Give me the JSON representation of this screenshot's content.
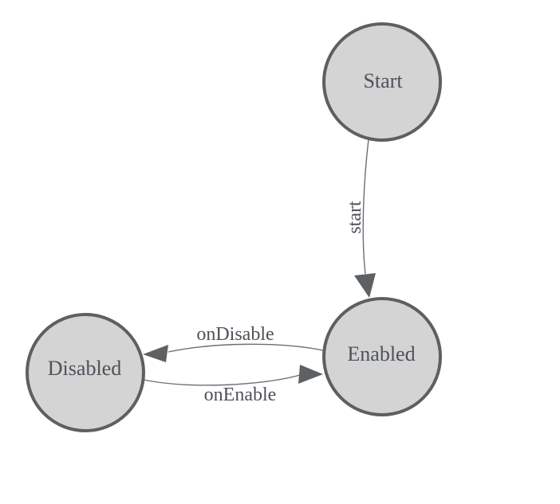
{
  "colors": {
    "background": "#ffffff",
    "node_fill": "#d4d4d4",
    "node_stroke": "#5f5f5f",
    "edge_stroke": "#6e6e6e",
    "arrow_fill": "#5e6164",
    "label_text": "#4d525a"
  },
  "diagram": {
    "type": "state-machine",
    "nodes": [
      {
        "id": "start",
        "label": "Start"
      },
      {
        "id": "enabled",
        "label": "Enabled"
      },
      {
        "id": "disabled",
        "label": "Disabled"
      }
    ],
    "edges": [
      {
        "from": "start",
        "to": "enabled",
        "label": "start"
      },
      {
        "from": "enabled",
        "to": "disabled",
        "label": "onDisable"
      },
      {
        "from": "disabled",
        "to": "enabled",
        "label": "onEnable"
      }
    ]
  }
}
